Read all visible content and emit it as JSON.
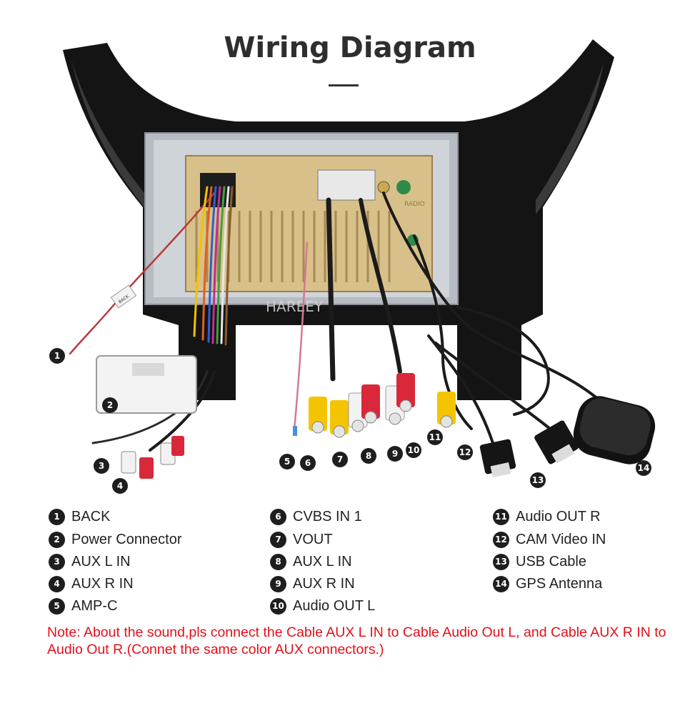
{
  "title": "Wiring Diagram",
  "watermark": "HAREEY",
  "device_labels": {
    "radio": "RADIO",
    "back_tag": "BACK"
  },
  "legend": [
    {
      "num": "1",
      "label": "BACK"
    },
    {
      "num": "2",
      "label": "Power Connector"
    },
    {
      "num": "3",
      "label": "AUX L IN"
    },
    {
      "num": "4",
      "label": "AUX R IN"
    },
    {
      "num": "5",
      "label": "AMP-C"
    },
    {
      "num": "6",
      "label": "CVBS IN 1"
    },
    {
      "num": "7",
      "label": "VOUT"
    },
    {
      "num": "8",
      "label": "AUX L IN"
    },
    {
      "num": "9",
      "label": "AUX R IN"
    },
    {
      "num": "10",
      "label": "Audio OUT L"
    },
    {
      "num": "11",
      "label": "Audio OUT R"
    },
    {
      "num": "12",
      "label": "CAM Video IN"
    },
    {
      "num": "13",
      "label": "USB Cable"
    },
    {
      "num": "14",
      "label": "GPS Antenna"
    }
  ],
  "callouts": [
    "1",
    "2",
    "3",
    "4",
    "5",
    "6",
    "7",
    "8",
    "9",
    "10",
    "11",
    "12",
    "13",
    "14"
  ],
  "note": "Note: About the sound,pls connect the Cable AUX L IN to Cable Audio Out L, and Cable AUX R IN to  Audio Out R.(Connet the same color AUX connectors.)",
  "colors": {
    "note": "#e3101a",
    "title": "#2e2e2e",
    "badge": "#1e1e1e",
    "rca_red": "#d9283a",
    "rca_white": "#f2f2f2",
    "rca_yellow": "#f5c400",
    "chassis": "#dcc89a"
  }
}
